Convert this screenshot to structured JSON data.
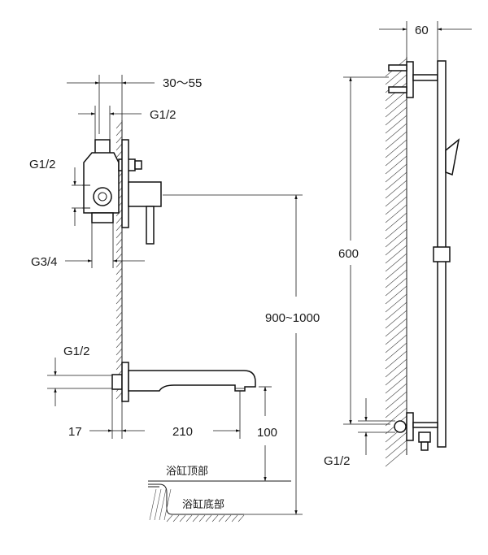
{
  "labels": {
    "range_30_55": "30～55",
    "g12_top": "G1/2",
    "g12_left": "G1/2",
    "g34": "G3/4",
    "g12_spout": "G1/2",
    "d17": "17",
    "d210": "210",
    "d100": "100",
    "d900_1000": "900~1000",
    "d60": "60",
    "d600": "600",
    "g12_right": "G1/2",
    "tub_top": "浴缸顶部",
    "tub_bottom": "浴缸底部"
  }
}
